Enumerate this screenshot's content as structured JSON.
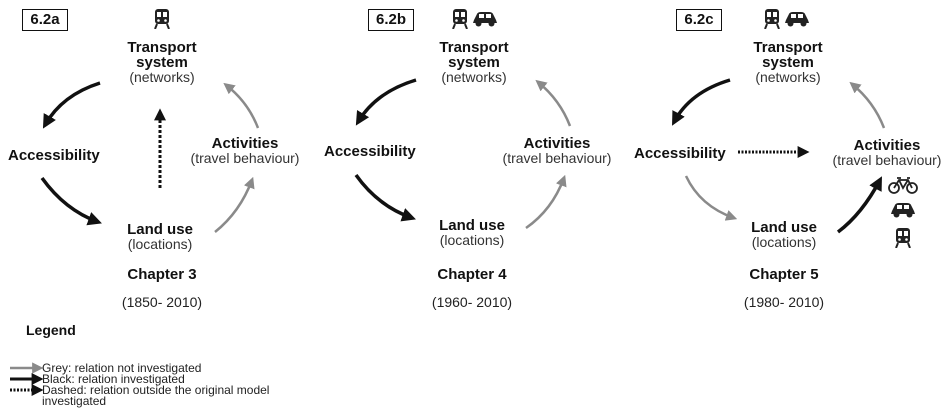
{
  "panels": [
    {
      "tag": "6.2a",
      "transport_title": "Transport",
      "transport_sub1": "system",
      "transport_sub2": "(networks)",
      "accessibility": "Accessibility",
      "activities_title": "Activities",
      "activities_sub": "(travel behaviour)",
      "landuse_title": "Land use",
      "landuse_sub": "(locations)",
      "chapter": "Chapter 3",
      "years": "(1850- 2010)"
    },
    {
      "tag": "6.2b",
      "transport_title": "Transport",
      "transport_sub1": "system",
      "transport_sub2": "(networks)",
      "accessibility": "Accessibility",
      "activities_title": "Activities",
      "activities_sub": "(travel behaviour)",
      "landuse_title": "Land use",
      "landuse_sub": "(locations)",
      "chapter": "Chapter 4",
      "years": "(1960- 2010)"
    },
    {
      "tag": "6.2c",
      "transport_title": "Transport",
      "transport_sub1": "system",
      "transport_sub2": "(networks)",
      "accessibility": "Accessibility",
      "activities_title": "Activities",
      "activities_sub": "(travel behaviour)",
      "landuse_title": "Land use",
      "landuse_sub": "(locations)",
      "chapter": "Chapter 5",
      "years": "(1980- 2010)"
    }
  ],
  "legend": {
    "title": "Legend",
    "grey": "Grey: relation not investigated",
    "black": "Black: relation investigated",
    "dashed_line1": "Dashed: relation outside the original model",
    "dashed_line2": "investigated"
  },
  "colors": {
    "black_arrow": "#111111",
    "grey_arrow": "#8a8a8a"
  },
  "icons": [
    "train-icon",
    "car-icon",
    "bicycle-icon"
  ]
}
